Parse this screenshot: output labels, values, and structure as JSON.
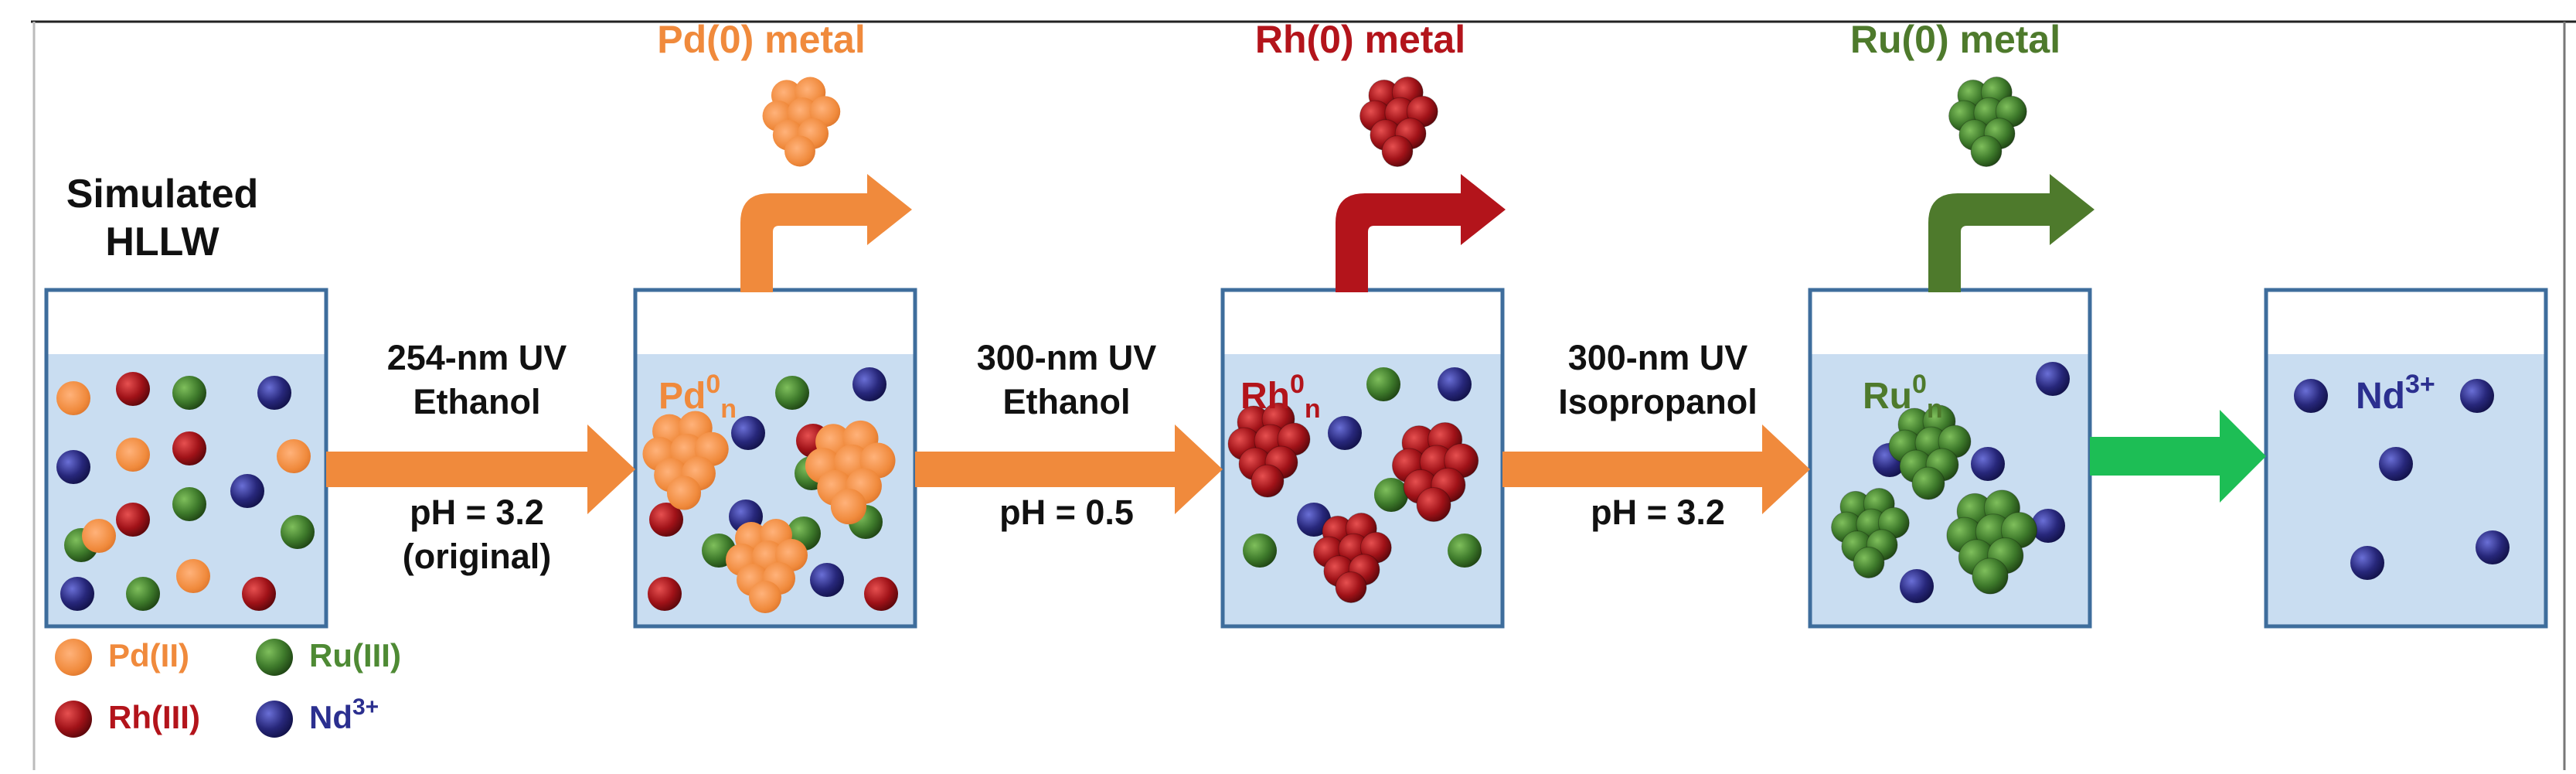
{
  "start_label": [
    "Simulated",
    "HLLW"
  ],
  "products": {
    "pd": {
      "label": "Pd(0) metal",
      "color": "#F08A3C"
    },
    "rh": {
      "label": "Rh(0) metal",
      "color": "#B3141B"
    },
    "ru": {
      "label": "Ru(0) metal",
      "color": "#4E7A2C"
    }
  },
  "steps": [
    {
      "lines": [
        "254-nm UV",
        "Ethanol"
      ],
      "ph": [
        "pH = 3.2",
        "(original)"
      ],
      "arrow_color": "#F08A3C"
    },
    {
      "lines": [
        "300-nm UV",
        "Ethanol"
      ],
      "ph": [
        "pH = 0.5"
      ],
      "arrow_color": "#F08A3C"
    },
    {
      "lines": [
        "300-nm UV",
        "Isopropanol"
      ],
      "ph": [
        "pH = 3.2"
      ],
      "arrow_color": "#F08A3C"
    },
    {
      "lines": [],
      "ph": [],
      "arrow_color": "#1DBE55"
    }
  ],
  "beaker_labels": {
    "pd": {
      "base": "Pd",
      "sup": "0",
      "sub": "n",
      "color": "#F08A3C"
    },
    "rh": {
      "base": "Rh",
      "sup": "0",
      "sub": "n",
      "color": "#B3141B"
    },
    "ru": {
      "base": "Ru",
      "sup": "0",
      "sub": "n",
      "color": "#4E7A2C"
    },
    "nd": {
      "base": "Nd",
      "sup": "3+",
      "sub": "",
      "color": "#2B2F8F"
    }
  },
  "legend": [
    {
      "label": "Pd(II)",
      "color": "#F08A3C",
      "text_color": "#F08A3C"
    },
    {
      "label": "Ru(III)",
      "color": "#3E7A2B",
      "text_color": "#4E8A34"
    },
    {
      "label": "Rh(III)",
      "color": "#9E1118",
      "text_color": "#B3141B"
    },
    {
      "label": "Nd",
      "sup": "3+",
      "color": "#22226E",
      "text_color": "#2B2F8F"
    }
  ],
  "colors": {
    "liquid": "#C9DDF1",
    "beaker_border": "#3E6D9C",
    "nd_ion": "#22226E",
    "rh_ion": "#9E1118",
    "ru_ion": "#3E7A2B",
    "pd_ion": "#F08A3C"
  }
}
